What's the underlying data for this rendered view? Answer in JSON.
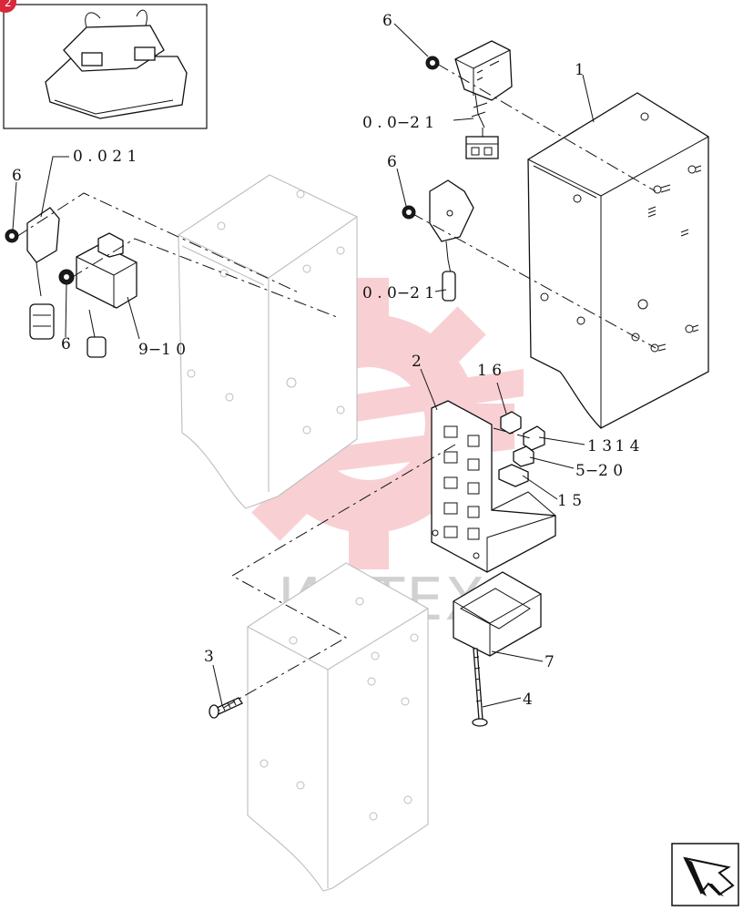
{
  "page_badge": "2",
  "watermark_text": "ИНТЕХ",
  "watermark_color": "#e0303a",
  "callouts": {
    "ref_top": "0 . 0−2 1",
    "ref_mid": "0 . 0−2 1",
    "ref_left": "0 . 0 2 1",
    "part_1": "1",
    "part_2": "2",
    "part_3": "3",
    "part_4": "4",
    "part_6_top": "6",
    "part_6_mid": "6",
    "part_6_left": "6",
    "part_6_left_low": "6",
    "part_7": "7",
    "part_9_10": "9−1 0",
    "part_13_14": "1 3 1 4",
    "part_5_20": "5−2 0",
    "part_15": "1 5",
    "part_16": "1 6"
  },
  "nav_icon": "arrow-next-page-icon"
}
